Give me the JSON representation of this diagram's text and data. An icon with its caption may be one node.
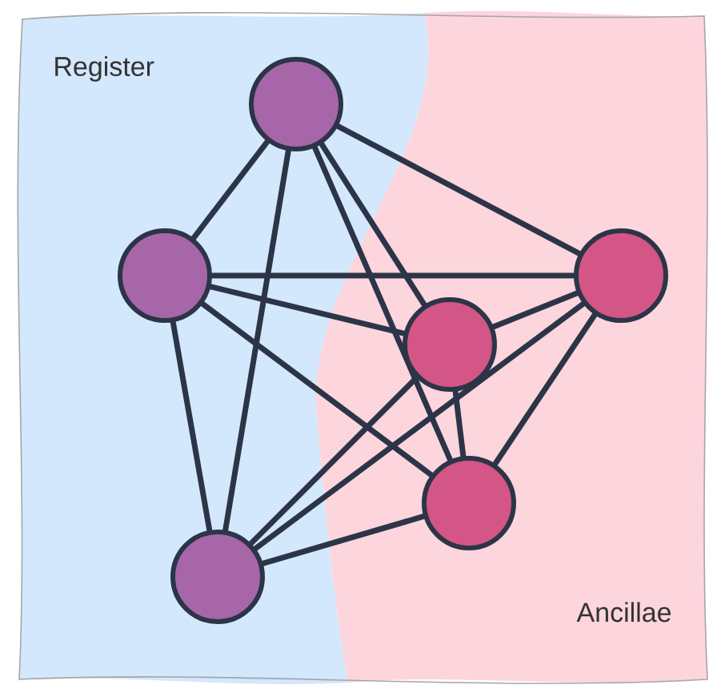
{
  "diagram": {
    "nodes": [
      {
        "text": [
          "Register"
        ]
      },
      {
        "text": [
          "Ancillae"
        ]
      },
      {
        "text": [],
        "shape": "circle",
        "in": 0
      },
      {
        "text": [],
        "shape": "circle",
        "in": 0
      },
      {
        "text": [],
        "shape": "circle",
        "in": 1
      },
      {
        "text": [],
        "shape": "circle",
        "in": 1
      },
      {
        "text": [],
        "shape": "circle",
        "in": 1
      },
      {
        "text": [],
        "shape": "circle",
        "in": 0
      }
    ],
    "edges": [
      {
        "from": 2,
        "to": 3,
        "arrow": "none"
      },
      {
        "from": 2,
        "to": 4,
        "arrow": "none"
      },
      {
        "from": 2,
        "to": 5,
        "arrow": "none"
      },
      {
        "from": 2,
        "to": 6,
        "arrow": "none"
      },
      {
        "from": 2,
        "to": 7,
        "arrow": "none"
      },
      {
        "from": 3,
        "to": 4,
        "arrow": "none"
      },
      {
        "from": 3,
        "to": 5,
        "arrow": "none"
      },
      {
        "from": 3,
        "to": 6,
        "arrow": "none"
      },
      {
        "from": 3,
        "to": 7,
        "arrow": "none"
      },
      {
        "from": 4,
        "to": 5,
        "arrow": "none"
      },
      {
        "from": 4,
        "to": 6,
        "arrow": "none"
      },
      {
        "from": 4,
        "to": 7,
        "arrow": "none"
      },
      {
        "from": 5,
        "to": 6,
        "arrow": "none"
      },
      {
        "from": 5,
        "to": 7,
        "arrow": "none"
      },
      {
        "from": 6,
        "to": 7,
        "arrow": "none"
      }
    ]
  }
}
